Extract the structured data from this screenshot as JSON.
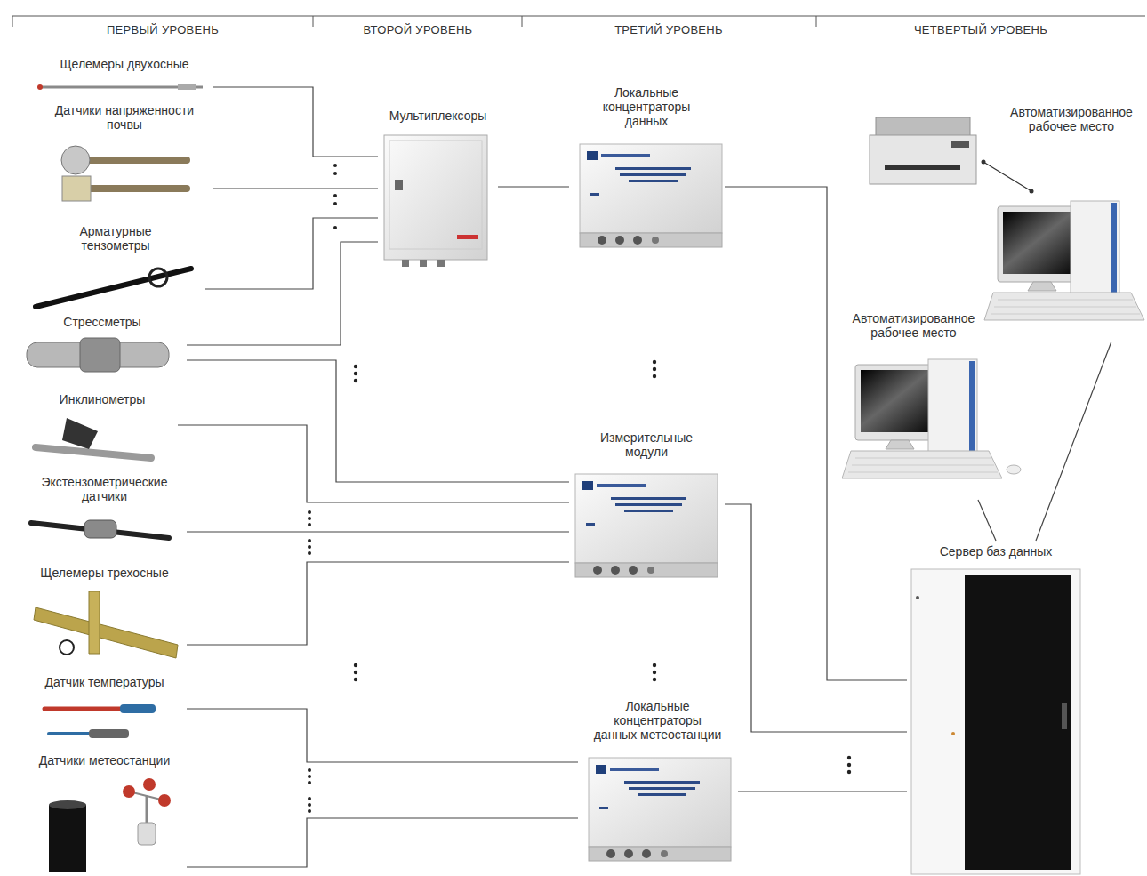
{
  "diagram": {
    "nodes": [
      {
        "text": [
          "Щелемеры двухосные"
        ]
      },
      {
        "text": [
          "Датчики напряженности почвы"
        ]
      },
      {
        "text": [
          "Арматурные тензометры"
        ]
      },
      {
        "text": [
          "Стрессметры"
        ]
      },
      {
        "text": [
          "Инклинометры"
        ]
      },
      {
        "text": [
          "Экстензометрические датчики"
        ]
      },
      {
        "text": [
          "Щелемеры трехосные"
        ]
      },
      {
        "text": [
          "Датчик температуры"
        ]
      },
      {
        "text": [
          "Датчики метеостанции"
        ]
      },
      {
        "text": [
          "Мультиплексоры"
        ]
      },
      {
        "text": [
          "Локальные концентраторы данных"
        ]
      },
      {
        "text": [
          "Измерительные модули"
        ]
      },
      {
        "text": [
          "Локальные концентраторы данных метеостанции"
        ]
      },
      {
        "text": [
          "Автоматизированное рабочее место"
        ]
      },
      {
        "text": [
          "Автоматизированное рабочее место"
        ]
      },
      {
        "text": [
          "Сервер баз данных"
        ]
      }
    ],
    "edges": [
      {
        "from": 0,
        "to": 9,
        "arrow": "none"
      },
      {
        "from": 1,
        "to": 9,
        "arrow": "none"
      },
      {
        "from": 2,
        "to": 9,
        "arrow": "none"
      },
      {
        "from": 3,
        "to": 9,
        "arrow": "none"
      },
      {
        "from": 3,
        "to": 11,
        "arrow": "none"
      },
      {
        "from": 4,
        "to": 11,
        "arrow": "none"
      },
      {
        "from": 5,
        "to": 11,
        "arrow": "none"
      },
      {
        "from": 6,
        "to": 11,
        "arrow": "none"
      },
      {
        "from": 7,
        "to": 12,
        "arrow": "none"
      },
      {
        "from": 8,
        "to": 12,
        "arrow": "none"
      },
      {
        "from": 9,
        "to": 10,
        "arrow": "none"
      },
      {
        "from": 10,
        "to": 15,
        "arrow": "none"
      },
      {
        "from": 11,
        "to": 15,
        "arrow": "none"
      },
      {
        "from": 12,
        "to": 15,
        "arrow": "none"
      },
      {
        "from": 13,
        "to": 15,
        "arrow": "none"
      },
      {
        "from": 14,
        "to": 15,
        "arrow": "none"
      }
    ],
    "labels": [
      "ПЕРВЫЙ УРОВЕНЬ",
      "ВТОРОЙ УРОВЕНЬ",
      "ТРЕТИЙ УРОВЕНЬ",
      "ЧЕТВЕРТЫЙ УРОВЕНЬ"
    ]
  }
}
